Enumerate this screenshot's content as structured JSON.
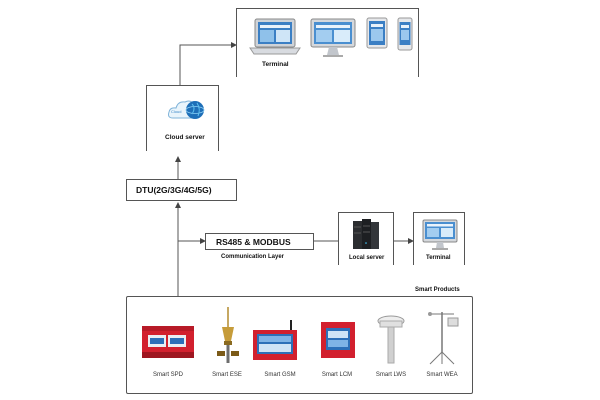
{
  "top_terminal": {
    "label": "Terminal"
  },
  "cloud": {
    "label": "Cloud server",
    "logo_text": "Cloud"
  },
  "dtu": {
    "label": "DTU(2G/3G/4G/5G)"
  },
  "comm": {
    "protocol": "RS485 & MODBUS",
    "layer": "Communication Layer"
  },
  "local_server": {
    "label": "Local server"
  },
  "local_terminal": {
    "label": "Terminal"
  },
  "products": {
    "title": "Smart Products",
    "items": [
      {
        "label": "Smart SPD",
        "icon": "spd-device-icon"
      },
      {
        "label": "Smart ESE",
        "icon": "lightning-rod-icon"
      },
      {
        "label": "Smart GSM",
        "icon": "gsm-module-icon"
      },
      {
        "label": "Smart LCM",
        "icon": "lcm-meter-icon"
      },
      {
        "label": "Smart LWS",
        "icon": "lws-sensor-icon"
      },
      {
        "label": "Smart WEA",
        "icon": "weather-station-icon"
      }
    ]
  },
  "colors": {
    "line": "#555555",
    "device_red": "#d2202e",
    "screen_blue": "#3b7fc4"
  }
}
